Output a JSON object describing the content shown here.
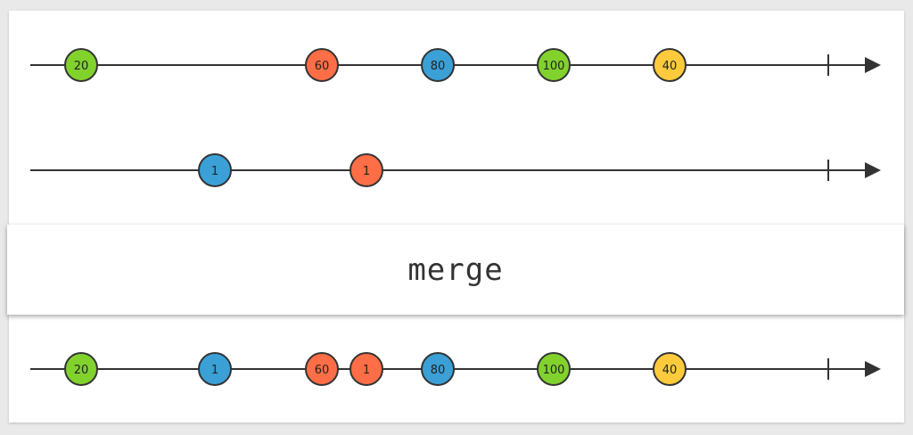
{
  "operator": {
    "label": "merge"
  },
  "colors": {
    "green": "#82d22e",
    "red": "#ff6e46",
    "blue": "#3aa0d6",
    "yellow": "#ffcb3d",
    "line": "#333333"
  },
  "timelines": [
    {
      "name": "input-1",
      "marbles": [
        {
          "label": "20",
          "color": "green",
          "t": 0.06
        },
        {
          "label": "60",
          "color": "red",
          "t": 0.33
        },
        {
          "label": "80",
          "color": "blue",
          "t": 0.46
        },
        {
          "label": "100",
          "color": "green",
          "t": 0.59
        },
        {
          "label": "40",
          "color": "yellow",
          "t": 0.72
        }
      ],
      "completed": true
    },
    {
      "name": "input-2",
      "marbles": [
        {
          "label": "1",
          "color": "blue",
          "t": 0.21
        },
        {
          "label": "1",
          "color": "red",
          "t": 0.38
        }
      ],
      "completed": true
    },
    {
      "name": "output",
      "marbles": [
        {
          "label": "20",
          "color": "green",
          "t": 0.06
        },
        {
          "label": "1",
          "color": "blue",
          "t": 0.21
        },
        {
          "label": "60",
          "color": "red",
          "t": 0.33
        },
        {
          "label": "1",
          "color": "red",
          "t": 0.38
        },
        {
          "label": "80",
          "color": "blue",
          "t": 0.46
        },
        {
          "label": "100",
          "color": "green",
          "t": 0.59
        },
        {
          "label": "40",
          "color": "yellow",
          "t": 0.72
        }
      ],
      "completed": true
    }
  ]
}
